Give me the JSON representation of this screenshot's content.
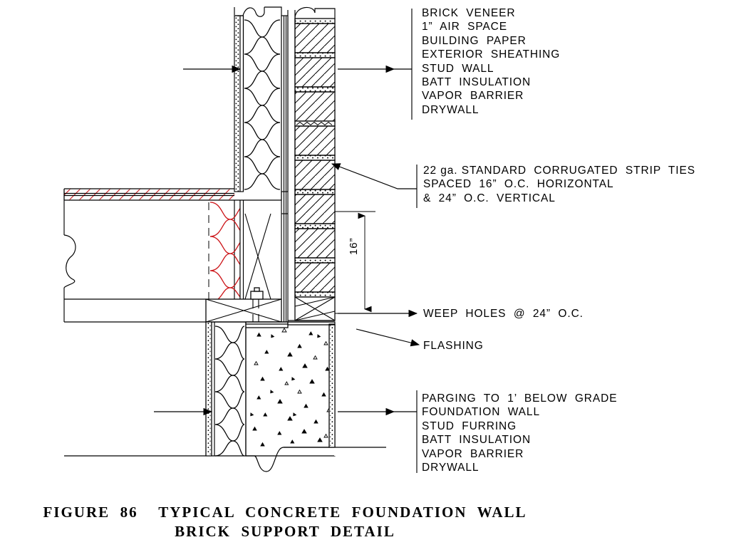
{
  "document": {
    "kind": "architectural-detail-drawing",
    "figure_number": "FIGURE 86",
    "title_line_1": "FIGURE  86    TYPICAL  CONCRETE  FOUNDATION  WALL",
    "title_line_2": "BRICK  SUPPORT  DETAIL"
  },
  "annotations": {
    "upper_assembly": {
      "name": "upper-wall-assembly-callout",
      "lines": [
        "BRICK  VENEER",
        "1”  AIR  SPACE",
        "BUILDING  PAPER",
        "EXTERIOR  SHEATHING",
        "STUD  WALL",
        "BATT  INSULATION",
        "VAPOR  BARRIER",
        "DRYWALL"
      ],
      "text": "BRICK  VENEER\n1”  AIR  SPACE\nBUILDING  PAPER\nEXTERIOR  SHEATHING\nSTUD  WALL\nBATT  INSULATION\nVAPOR  BARRIER\nDRYWALL"
    },
    "ties": {
      "name": "corrugated-strip-ties-callout",
      "lines": [
        "22 ga. STANDARD  CORRUGATED  STRIP  TIES",
        "SPACED  16”  O.C.  HORIZONTAL",
        "&  24”  O.C.  VERTICAL"
      ],
      "text": "22 ga. STANDARD  CORRUGATED  STRIP  TIES\nSPACED  16”  O.C.  HORIZONTAL\n&  24”  O.C.  VERTICAL"
    },
    "weep_holes": {
      "name": "weep-holes-callout",
      "text": "WEEP  HOLES  @  24”  O.C."
    },
    "flashing": {
      "name": "flashing-callout",
      "text": "FLASHING"
    },
    "lower_assembly": {
      "name": "foundation-assembly-callout",
      "lines": [
        "PARGING  TO  1’  BELOW  GRADE",
        "FOUNDATION  WALL",
        "STUD  FURRING",
        "BATT  INSULATION",
        "VAPOR  BARRIER",
        "DRYWALL"
      ],
      "text": "PARGING  TO  1’  BELOW  GRADE\nFOUNDATION  WALL\nSTUD  FURRING\nBATT  INSULATION\nVAPOR  BARRIER\nDRYWALL"
    },
    "dimension_16": {
      "name": "brick-ledge-dimension",
      "value": "16”"
    }
  },
  "colors": {
    "line": "#000000",
    "accent_red": "#cc1418",
    "background": "#ffffff"
  }
}
